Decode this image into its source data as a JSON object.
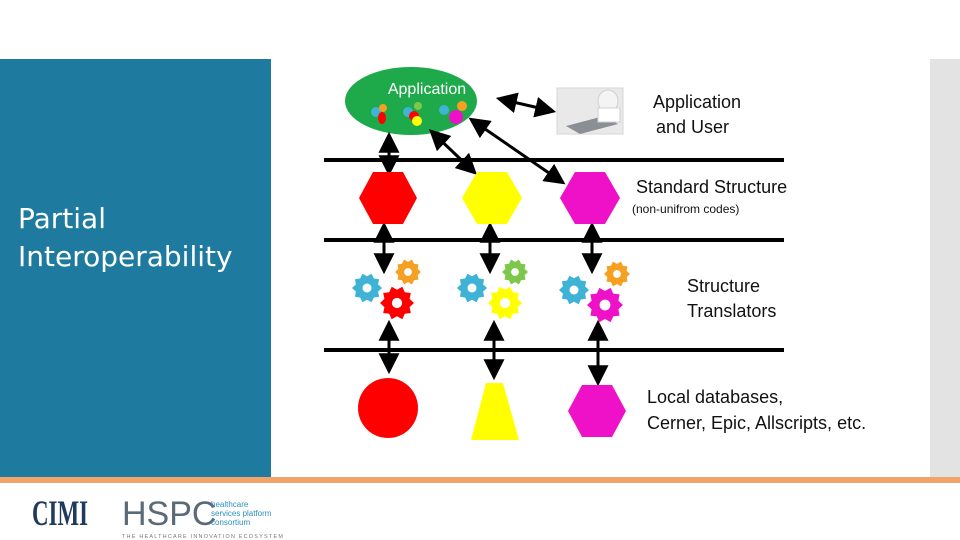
{
  "slide": {
    "title_line1": "Partial",
    "title_line2": "Interoperability"
  },
  "diagram": {
    "application_label": "Application",
    "application_user_label_line1": "Application",
    "application_user_label_line2": "and User",
    "standard_structure_label": "Standard Structure",
    "standard_structure_note": "(non-unifrom codes)",
    "translators_label_line1": "Structure",
    "translators_label_line2": "Translators",
    "databases_label_line1": "Local databases,",
    "databases_label_line2": "Cerner, Epic, Allscripts, etc."
  },
  "footer": {
    "logo_cimi": "CIMI",
    "logo_hspc": "HSPC",
    "hspc_tagline_line1": "healthcare",
    "hspc_tagline_line2": "services platform",
    "hspc_tagline_line3": "consortium",
    "hspc_subtitle": "THE HEALTHCARE INNOVATION ECOSYSTEM"
  },
  "colors": {
    "panel": "#1e7a9e",
    "application_oval": "#1eaa4a",
    "red": "#ff0000",
    "yellow": "#ffff00",
    "magenta": "#ee11c8",
    "gear_blue": "#3fb3d6",
    "gear_orange": "#f5a020",
    "gear_green": "#7cc84a",
    "footer_bar": "#f2a36a"
  }
}
